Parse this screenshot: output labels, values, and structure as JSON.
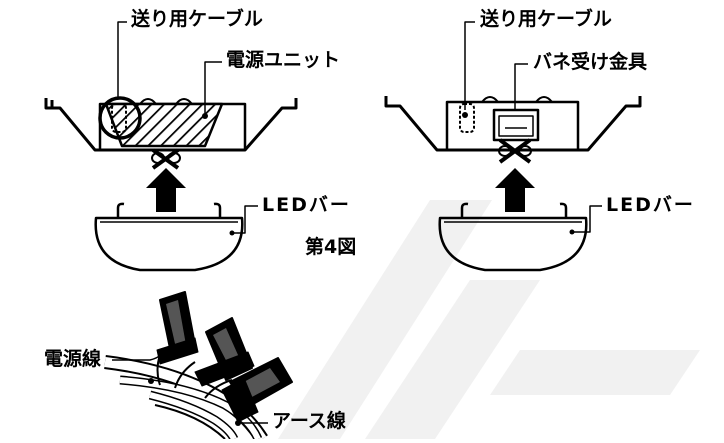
{
  "labels": {
    "left_cable": "送り用ケーブル",
    "power_unit": "電源ユニット",
    "left_led": "LEDバー",
    "figure": "第4図",
    "right_cable": "送り用ケーブル",
    "spring_bracket": "バネ受け金具",
    "right_led": "LEDバー",
    "power_wire": "電源線",
    "earth_wire": "アース線"
  },
  "colors": {
    "ink": "#000000",
    "watermark": "#f2f2f2",
    "background": "#ffffff"
  }
}
